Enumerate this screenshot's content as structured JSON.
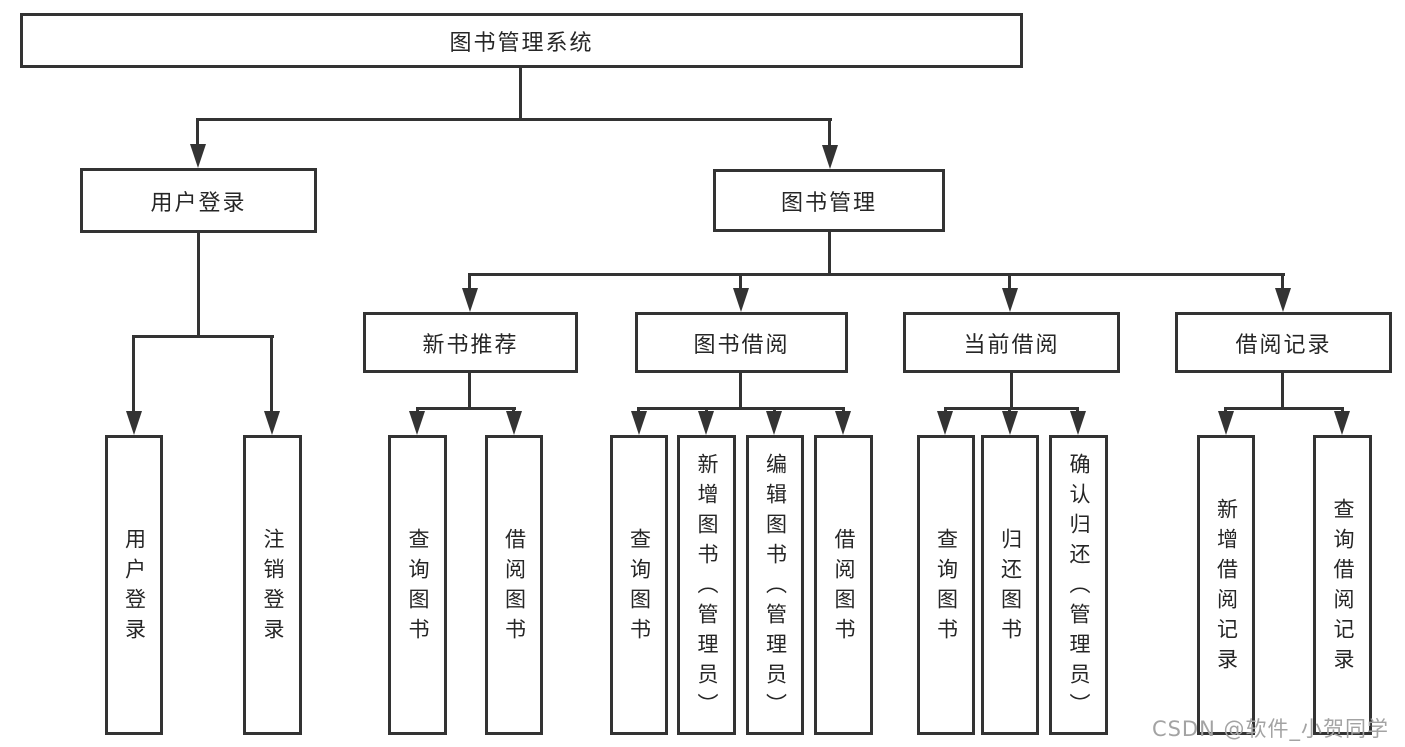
{
  "tree": {
    "label": "图书管理系统",
    "children": [
      {
        "label": "用户登录",
        "children": [
          {
            "label": "用户登录"
          },
          {
            "label": "注销登录"
          }
        ]
      },
      {
        "label": "图书管理",
        "children": [
          {
            "label": "新书推荐",
            "children": [
              {
                "label": "查询图书"
              },
              {
                "label": "借阅图书"
              }
            ]
          },
          {
            "label": "图书借阅",
            "children": [
              {
                "label": "查询图书"
              },
              {
                "label": "新增图书（管理员）"
              },
              {
                "label": "编辑图书（管理员）"
              },
              {
                "label": "借阅图书"
              }
            ]
          },
          {
            "label": "当前借阅",
            "children": [
              {
                "label": "查询图书"
              },
              {
                "label": "归还图书"
              },
              {
                "label": "确认归还（管理员）"
              }
            ]
          },
          {
            "label": "借阅记录",
            "children": [
              {
                "label": "新增借阅记录"
              },
              {
                "label": "查询借阅记录"
              }
            ]
          }
        ]
      }
    ]
  },
  "watermark": {
    "text": "CSDN @软件_小贺同学"
  },
  "colors": {
    "line": "#333333",
    "text": "#262626",
    "watermark": "#a3a3a3",
    "background": "#ffffff"
  }
}
